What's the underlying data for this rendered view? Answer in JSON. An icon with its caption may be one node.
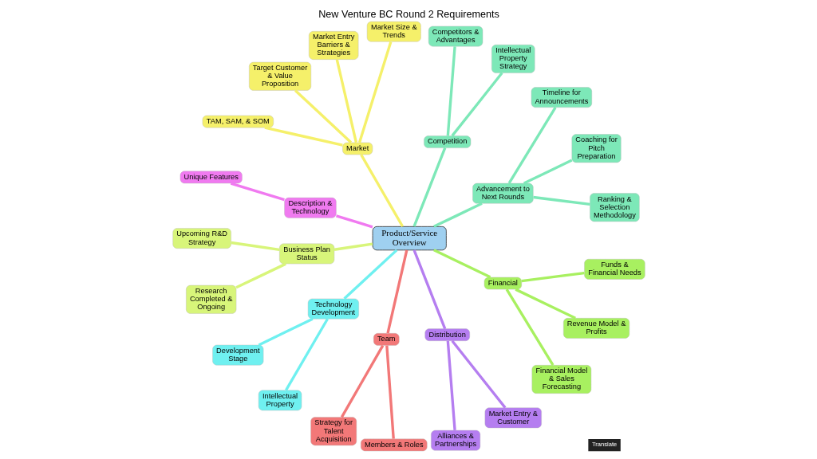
{
  "diagram": {
    "title": "New Venture BC Round 2 Requirements",
    "nodes": [
      {
        "text": [
          "Product/Service Overview"
        ]
      },
      {
        "text": [
          "Advancement to Next Rounds"
        ]
      },
      {
        "text": [
          "Ranking & Selection Methodology"
        ]
      },
      {
        "text": [
          "Coaching for Pitch Preparation"
        ]
      },
      {
        "text": [
          "Timeline for Announcements"
        ]
      },
      {
        "text": [
          "Competition"
        ]
      },
      {
        "text": [
          "Intellectual Property Strategy"
        ]
      },
      {
        "text": [
          "Competitors & Advantages"
        ]
      },
      {
        "text": [
          "Market"
        ]
      },
      {
        "text": [
          "Market Size & Trends"
        ]
      },
      {
        "text": [
          "Market Entry Barriers & Strategies"
        ]
      },
      {
        "text": [
          "Target Customer & Value Proposition"
        ]
      },
      {
        "text": [
          "TAM, SAM, & SOM"
        ]
      },
      {
        "text": [
          "Description & Technology"
        ]
      },
      {
        "text": [
          "Unique Features"
        ]
      },
      {
        "text": [
          "Business Plan Status"
        ]
      },
      {
        "text": [
          "Upcoming R&D Strategy"
        ]
      },
      {
        "text": [
          "Research Completed & Ongoing"
        ]
      },
      {
        "text": [
          "Technology Development"
        ]
      },
      {
        "text": [
          "Development Stage"
        ]
      },
      {
        "text": [
          "Intellectual Property"
        ]
      },
      {
        "text": [
          "Team"
        ]
      },
      {
        "text": [
          "Strategy for Talent Acquisition"
        ]
      },
      {
        "text": [
          "Members & Roles"
        ]
      },
      {
        "text": [
          "Distribution"
        ]
      },
      {
        "text": [
          "Alliances & Partnerships"
        ]
      },
      {
        "text": [
          "Market Entry & Customer"
        ]
      },
      {
        "text": [
          "Financial"
        ]
      },
      {
        "text": [
          "Financial Model & Sales Forecasting"
        ]
      },
      {
        "text": [
          "Revenue Model & Profits"
        ]
      },
      {
        "text": [
          "Funds & Financial Needs"
        ]
      }
    ],
    "edges": [
      {
        "from": 0,
        "to": 1,
        "arrow": "none",
        "color": "#7de8b8"
      },
      {
        "from": 1,
        "to": 2,
        "arrow": "none",
        "color": "#7de8b8"
      },
      {
        "from": 1,
        "to": 3,
        "arrow": "none",
        "color": "#7de8b8"
      },
      {
        "from": 1,
        "to": 4,
        "arrow": "none",
        "color": "#7de8b8"
      },
      {
        "from": 0,
        "to": 5,
        "arrow": "none",
        "color": "#7de8b8"
      },
      {
        "from": 5,
        "to": 6,
        "arrow": "none",
        "color": "#7de8b8"
      },
      {
        "from": 5,
        "to": 7,
        "arrow": "none",
        "color": "#7de8b8"
      },
      {
        "from": 0,
        "to": 8,
        "arrow": "none",
        "color": "#f5f06a"
      },
      {
        "from": 8,
        "to": 9,
        "arrow": "none",
        "color": "#f5f06a"
      },
      {
        "from": 8,
        "to": 10,
        "arrow": "none",
        "color": "#f5f06a"
      },
      {
        "from": 8,
        "to": 11,
        "arrow": "none",
        "color": "#f5f06a"
      },
      {
        "from": 8,
        "to": 12,
        "arrow": "none",
        "color": "#f5f06a"
      },
      {
        "from": 0,
        "to": 13,
        "arrow": "none",
        "color": "#f07af0"
      },
      {
        "from": 13,
        "to": 14,
        "arrow": "none",
        "color": "#f07af0"
      },
      {
        "from": 0,
        "to": 15,
        "arrow": "none",
        "color": "#d8f57a"
      },
      {
        "from": 15,
        "to": 16,
        "arrow": "none",
        "color": "#d8f57a"
      },
      {
        "from": 15,
        "to": 17,
        "arrow": "none",
        "color": "#d8f57a"
      },
      {
        "from": 0,
        "to": 18,
        "arrow": "none",
        "color": "#6ff0f0"
      },
      {
        "from": 18,
        "to": 19,
        "arrow": "none",
        "color": "#6ff0f0"
      },
      {
        "from": 18,
        "to": 20,
        "arrow": "none",
        "color": "#6ff0f0"
      },
      {
        "from": 0,
        "to": 21,
        "arrow": "none",
        "color": "#f27878"
      },
      {
        "from": 21,
        "to": 22,
        "arrow": "none",
        "color": "#f27878"
      },
      {
        "from": 21,
        "to": 23,
        "arrow": "none",
        "color": "#f27878"
      },
      {
        "from": 0,
        "to": 24,
        "arrow": "none",
        "color": "#b57ef0"
      },
      {
        "from": 24,
        "to": 25,
        "arrow": "none",
        "color": "#b57ef0"
      },
      {
        "from": 24,
        "to": 26,
        "arrow": "none",
        "color": "#b57ef0"
      },
      {
        "from": 0,
        "to": 27,
        "arrow": "none",
        "color": "#a8f060"
      },
      {
        "from": 27,
        "to": 28,
        "arrow": "none",
        "color": "#a8f060"
      },
      {
        "from": 27,
        "to": 29,
        "arrow": "none",
        "color": "#a8f060"
      },
      {
        "from": 27,
        "to": 30,
        "arrow": "none",
        "color": "#a8f060"
      }
    ],
    "labels": [
      "Translate"
    ]
  }
}
